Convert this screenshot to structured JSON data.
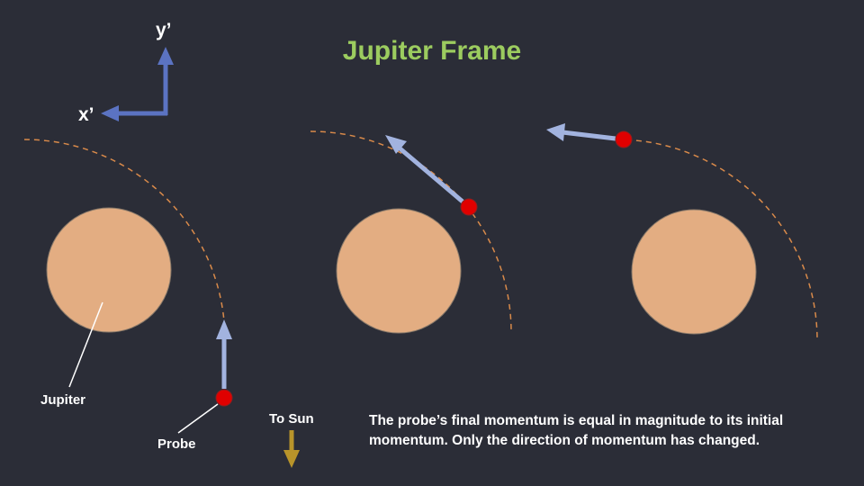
{
  "title": "Jupiter Frame",
  "axes": {
    "y_label": "y’",
    "x_label": "x’"
  },
  "labels": {
    "jupiter": "Jupiter",
    "probe": "Probe",
    "to_sun": "To Sun"
  },
  "caption": "The probe’s final momentum is equal in magnitude to its initial momentum. Only the direction of momentum has changed.",
  "colors": {
    "background": "#2b2d37",
    "title": "#9ccc5f",
    "jupiter": "#e3ad82",
    "probe": "#e00000",
    "momentum_arrow": "#a2b3df",
    "axes_arrow": "#5b73c2",
    "sun_arrow": "#b8942a",
    "trajectory": "#d98a4a"
  },
  "icons": [
    "axes-arrows-icon",
    "sun-direction-arrow-icon"
  ]
}
